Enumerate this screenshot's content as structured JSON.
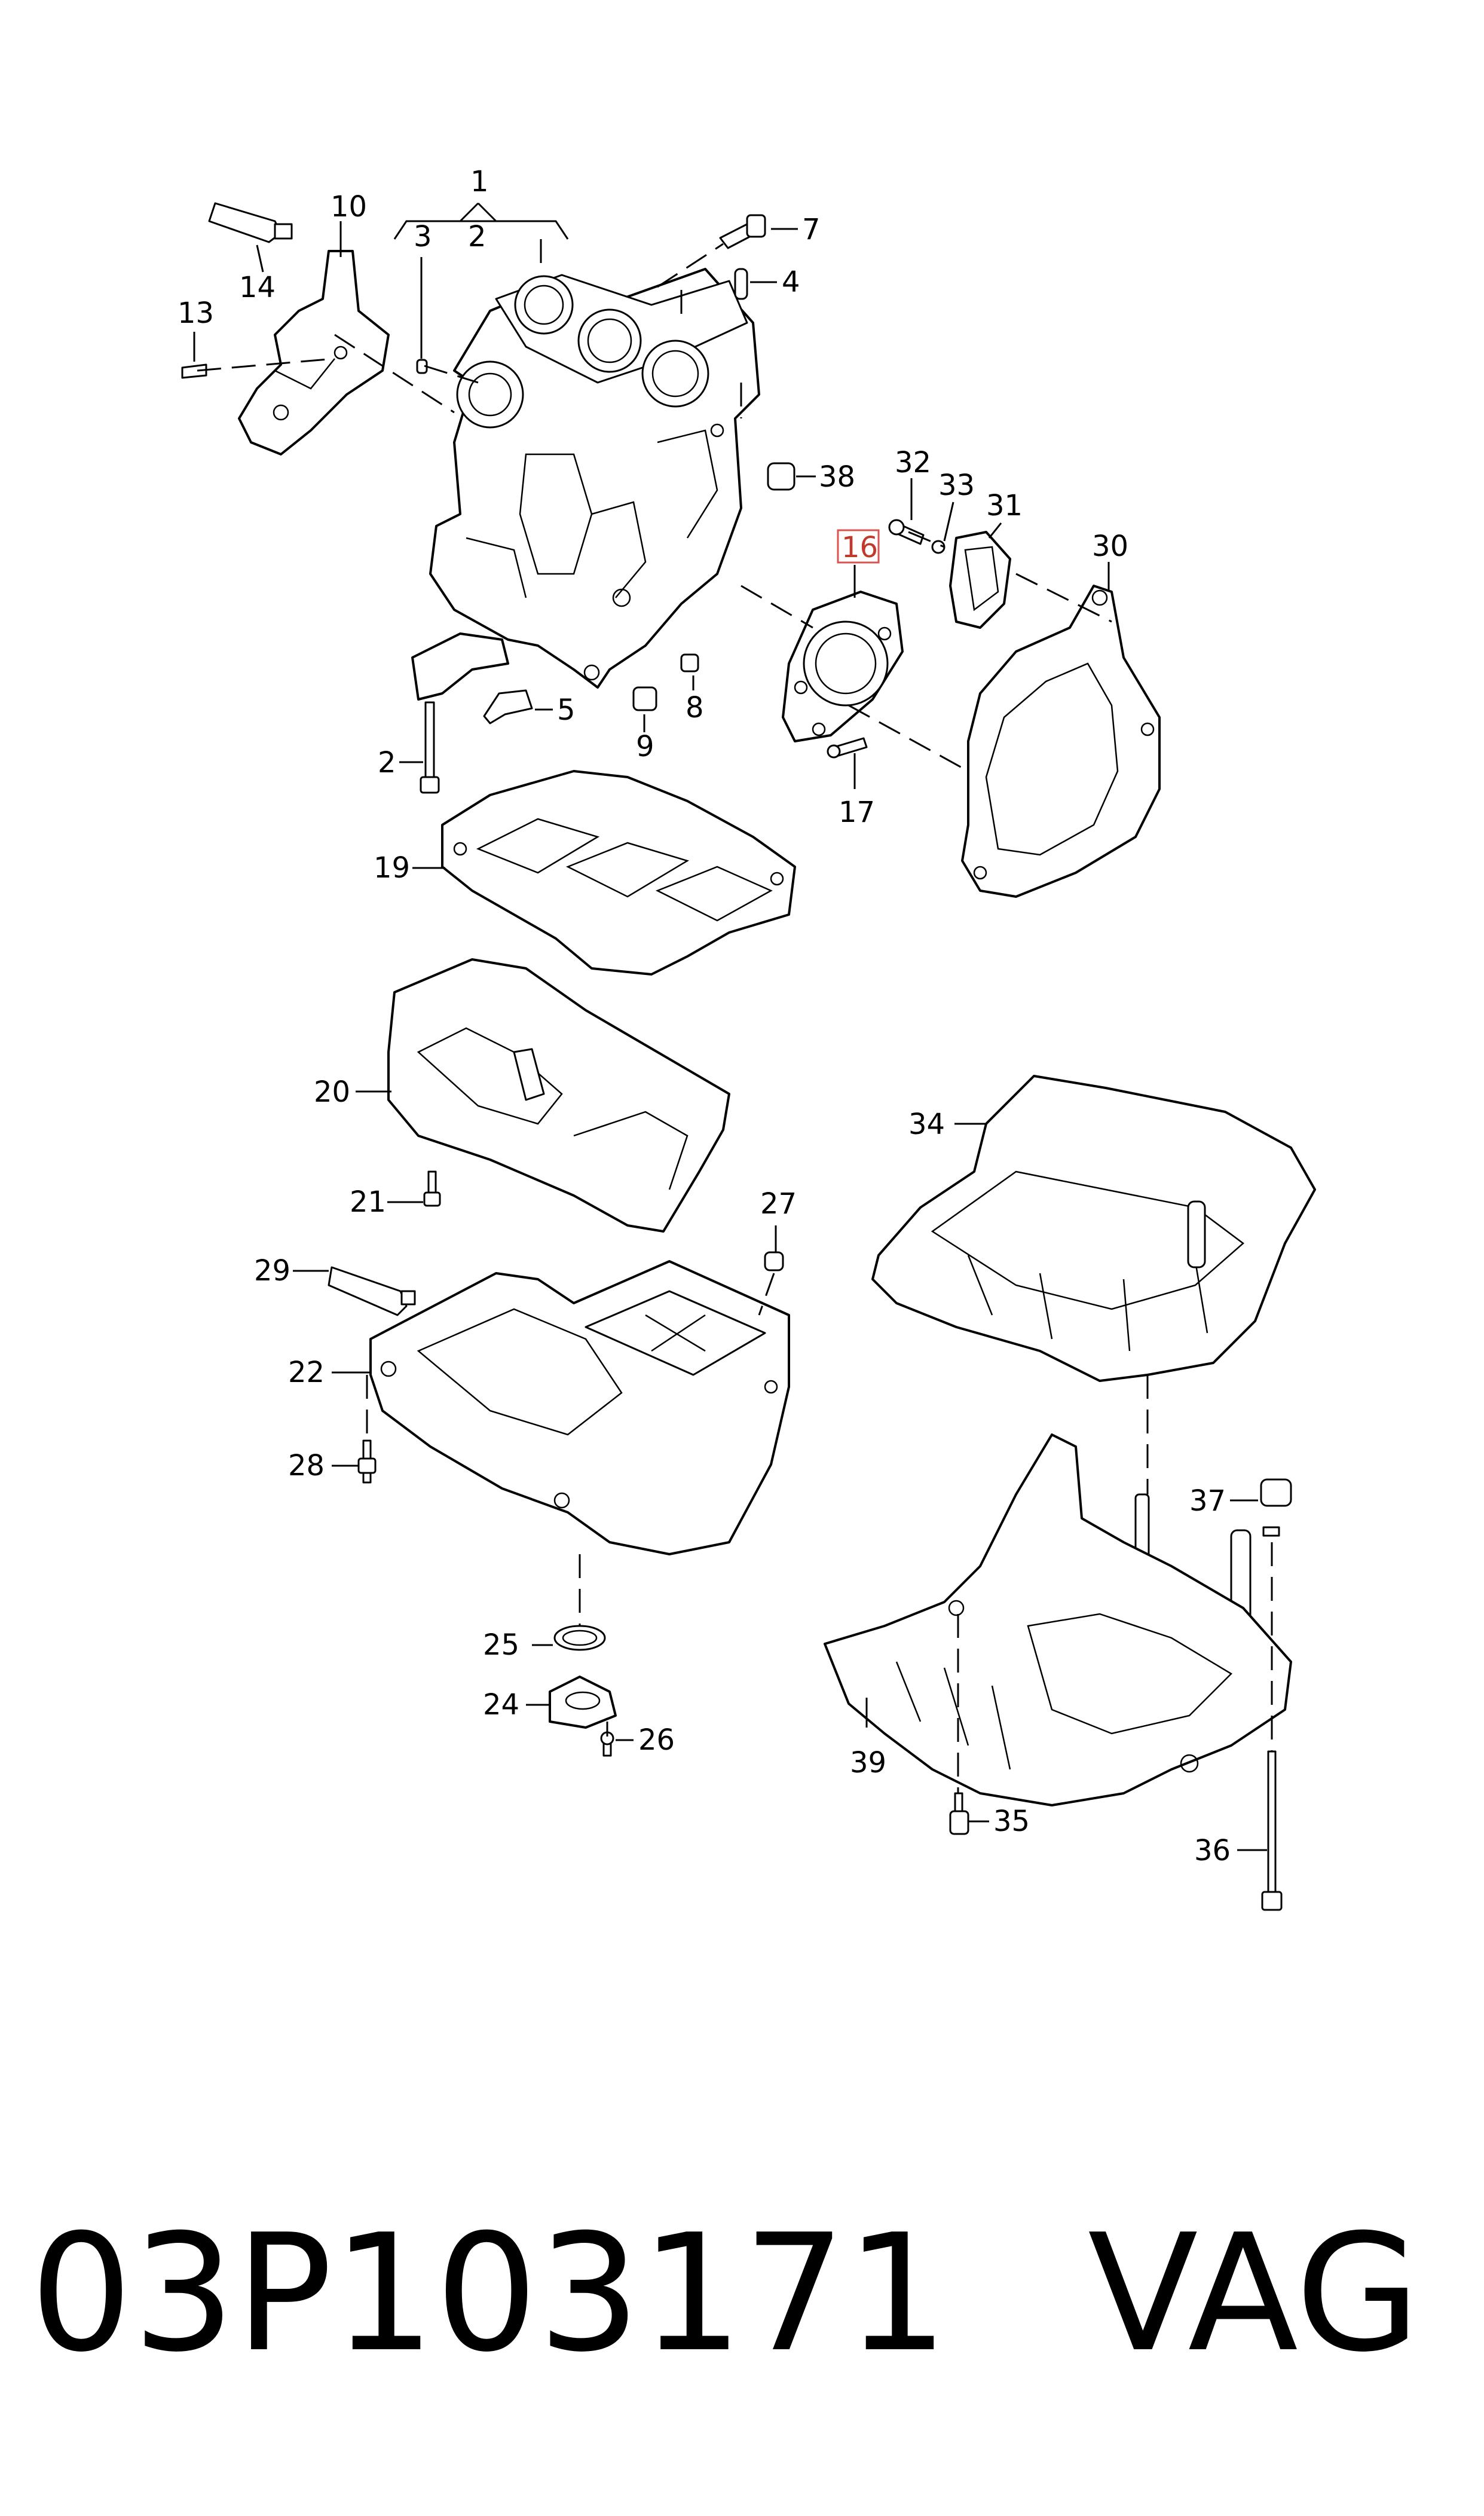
{
  "footer": {
    "part_number": "03P103171",
    "brand": "VAG"
  },
  "highlighted_callout": "16",
  "callouts": {
    "c1": "1",
    "c2a": "2",
    "c3": "3",
    "c4": "4",
    "c5": "5",
    "c7": "7",
    "c8": "8",
    "c9": "9",
    "c10": "10",
    "c13": "13",
    "c14": "14",
    "c2b": "2",
    "c17": "17",
    "c19": "19",
    "c20": "20",
    "c21": "21",
    "c22": "22",
    "c24": "24",
    "c25": "25",
    "c26": "26",
    "c27": "27",
    "c28": "28",
    "c29": "29",
    "c30": "30",
    "c31": "31",
    "c32": "32",
    "c33": "33",
    "c34": "34",
    "c35": "35",
    "c36": "36",
    "c37": "37",
    "c38": "38",
    "c39": "39"
  }
}
